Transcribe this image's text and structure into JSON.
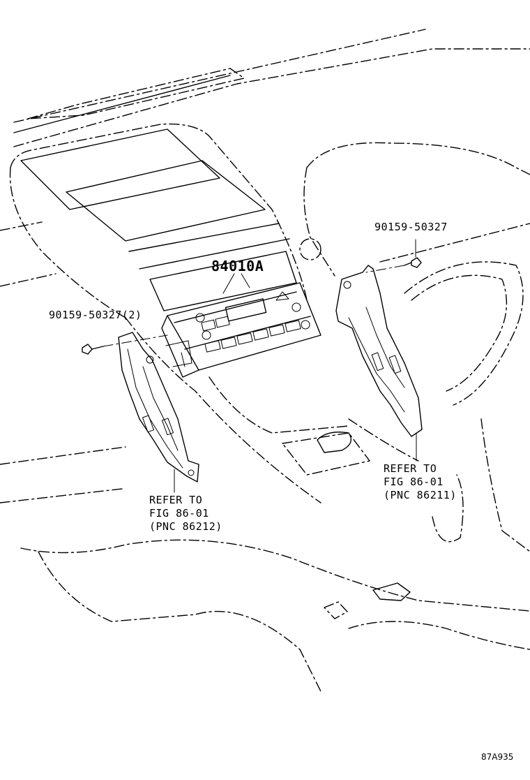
{
  "callouts": {
    "main_part": "84010A",
    "bolt_left": "90159-50327(2)",
    "bolt_right": "90159-50327",
    "ref_left": [
      "REFER TO",
      "FIG 86-01",
      "(PNC 86212)"
    ],
    "ref_right": [
      "REFER TO",
      "FIG 86-01",
      "(PNC 86211)"
    ],
    "figure_code": "87A935"
  }
}
